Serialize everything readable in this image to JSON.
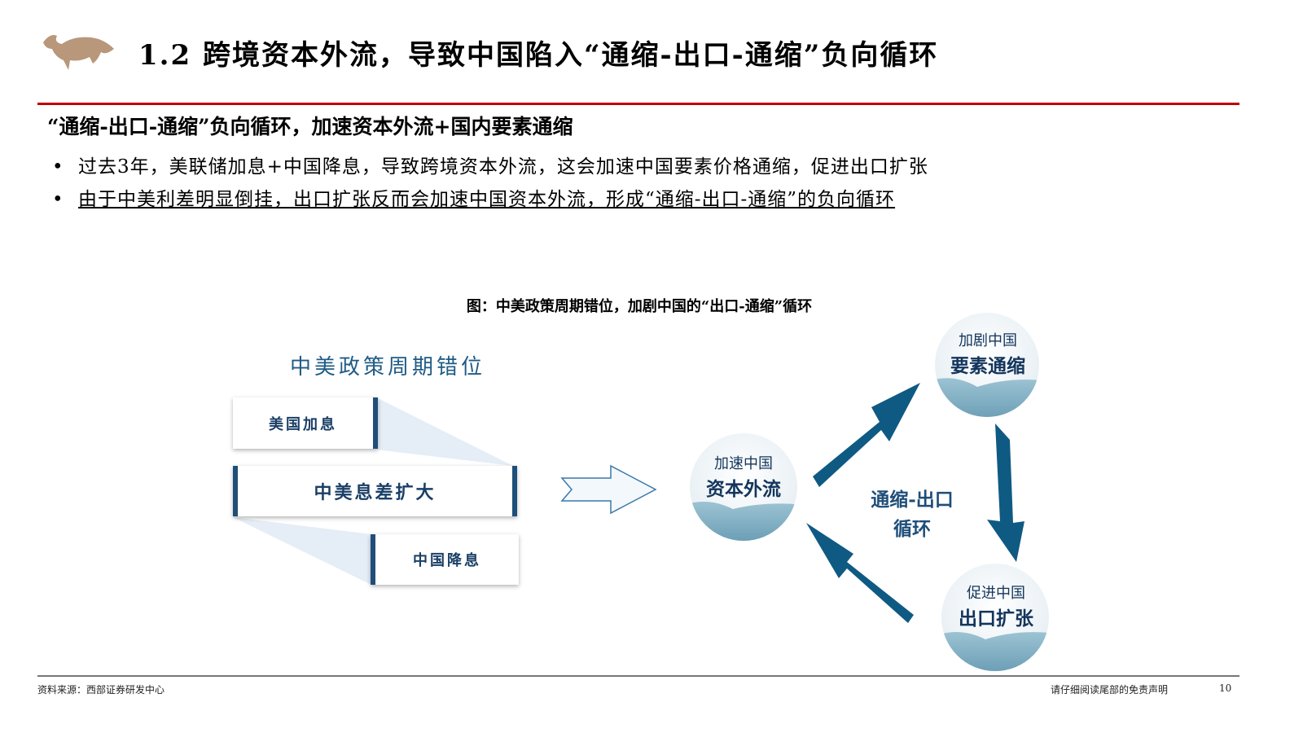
{
  "header": {
    "title": "1.2 跨境资本外流，导致中国陷入“通缩-出口-通缩”负向循环"
  },
  "subtitle": "“通缩-出口-通缩”负向循环，加速资本外流+国内要素通缩",
  "bullets": [
    {
      "marker": "•",
      "text": "过去3年，美联储加息+中国降息，导致跨境资本外流，这会加速中国要素价格通缩，促进出口扩张"
    },
    {
      "marker": "•",
      "text": "由于中美利差明显倒挂，出口扩张反而会加速中国资本外流，形成“通缩-出口-通缩”的负向循环"
    }
  ],
  "figure": {
    "caption": "图：中美政策周期错位，加剧中国的“出口-通缩”循环",
    "left_heading": "中美政策周期错位",
    "boxes": [
      "美国加息",
      "中美息差扩大",
      "中国降息"
    ],
    "nodes": [
      {
        "top": "加速中国",
        "bottom": "资本外流"
      },
      {
        "top": "加剧中国",
        "bottom": "要素通缩"
      },
      {
        "top": "促进中国",
        "bottom": "出口扩张"
      }
    ],
    "center": [
      "通缩-出口",
      "循环"
    ]
  },
  "footer": {
    "source": "资料来源：西部证券研发中心",
    "disclaimer": "请仔细阅读尾部的免责声明",
    "page": "10"
  },
  "colors": {
    "accent": "#c00000",
    "navy": "#1f4e79",
    "arrow": "#0f5a83"
  }
}
